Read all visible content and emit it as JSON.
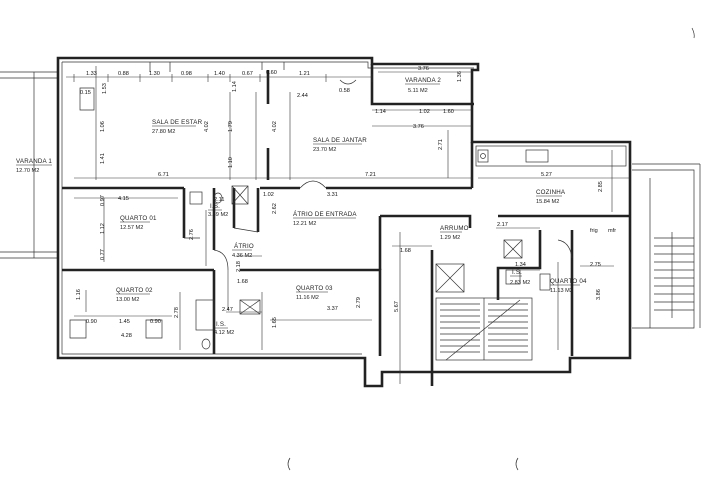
{
  "rooms": {
    "varanda1": {
      "name": "VARANDA 1",
      "area": "12.70 M2"
    },
    "varanda2": {
      "name": "VARANDA 2",
      "area": "5.11 M2"
    },
    "sala_estar": {
      "name": "SALA DE ESTAR",
      "area": "27.80 M2"
    },
    "sala_jantar": {
      "name": "SALA DE JANTAR",
      "area": "23.70 M2"
    },
    "cozinha": {
      "name": "COZINHA",
      "area": "15.84 M2"
    },
    "quarto01": {
      "name": "QUARTO 01",
      "area": "12.57 M2"
    },
    "quarto02": {
      "name": "QUARTO 02",
      "area": "13.00 M2"
    },
    "quarto03": {
      "name": "QUARTO 03",
      "area": "11.16 M2"
    },
    "quarto04": {
      "name": "QUARTO 04",
      "area": "11.13 M2"
    },
    "atrio": {
      "name": "ÁTRIO",
      "area": "4.36 M2"
    },
    "atrio_entrada": {
      "name": "ÁTRIO DE ENTRADA",
      "area": "12.21 M2"
    },
    "arrumo": {
      "name": "ARRUMO",
      "area": "1.29 M2"
    },
    "is1": {
      "name": "I.S.",
      "area": "3.39 M2"
    },
    "is2": {
      "name": "I.S.",
      "area": "4.12 M2"
    },
    "is3": {
      "name": "I.S.",
      "area": "2.83 M2"
    }
  },
  "fixtures": {
    "frig": "frig",
    "mfr": "mfr"
  },
  "dimensions": {
    "d133": "1.33",
    "d088": "0.88",
    "d130": "1.30",
    "d098": "0.98",
    "d140": "1.40",
    "d067": "0.67",
    "d060": "0.60",
    "d121": "1.21",
    "d376a": "3.76",
    "d136": "1.36",
    "d015": "0.15",
    "d153": "1.53",
    "d114a": "1.14",
    "d244": "2.44",
    "d058": "0.58",
    "d114b": "1.14",
    "d102a": "1.02",
    "d160": "1.60",
    "d376b": "3.76",
    "d106": "1.06",
    "d402a": "4.02",
    "d179": "1.79",
    "d402b": "4.02",
    "d271": "2.71",
    "d141": "1.41",
    "d110": "1.10",
    "d671": "6.71",
    "d721": "7.21",
    "d527": "5.27",
    "d285": "2.85",
    "d415": "4.15",
    "d097": "0.97",
    "d211": "2.11",
    "d102b": "1.02",
    "d331": "3.31",
    "d112": "1.12",
    "d276": "2.76",
    "d262": "2.62",
    "d217": "2.17",
    "d077": "0.77",
    "d168a": "1.68",
    "d134": "1.34",
    "d275": "2.75",
    "d218": "2.18",
    "d168b": "1.68",
    "d116": "1.16",
    "d278": "2.78",
    "d247": "2.47",
    "d279": "2.79",
    "d567": "5.67",
    "d386": "3.86",
    "d090a": "0.90",
    "d145": "1.45",
    "d090b": "0.90",
    "d428": "4.28",
    "d165": "1.65",
    "d337": "3.37"
  }
}
